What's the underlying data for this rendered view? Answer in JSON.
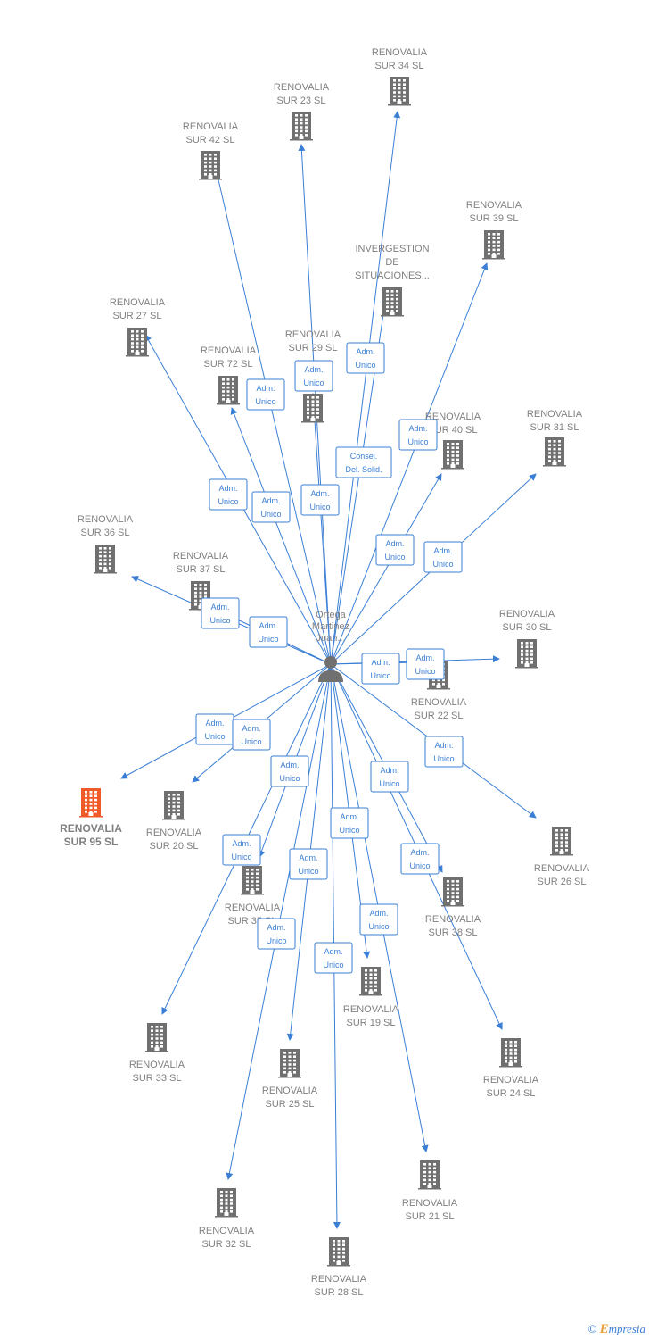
{
  "center": {
    "label_lines": [
      "Ortega",
      "Martinez",
      "Juan..."
    ],
    "icon": "person-icon"
  },
  "nodes": [
    {
      "id": "sur34",
      "lines": [
        "RENOVALIA",
        "SUR 34  SL"
      ]
    },
    {
      "id": "sur23",
      "lines": [
        "RENOVALIA",
        "SUR 23  SL"
      ]
    },
    {
      "id": "sur42",
      "lines": [
        "RENOVALIA",
        "SUR 42  SL"
      ]
    },
    {
      "id": "sur39",
      "lines": [
        "RENOVALIA",
        "SUR 39  SL"
      ]
    },
    {
      "id": "invergestion",
      "lines": [
        "INVERGESTION",
        "DE",
        "SITUACIONES..."
      ]
    },
    {
      "id": "sur27",
      "lines": [
        "RENOVALIA",
        "SUR 27  SL"
      ]
    },
    {
      "id": "sur29",
      "lines": [
        "RENOVALIA",
        "SUR 29  SL"
      ]
    },
    {
      "id": "sur72",
      "lines": [
        "RENOVALIA",
        "SUR 72  SL"
      ]
    },
    {
      "id": "sur40",
      "lines": [
        "RENOVALIA",
        "SUR 40  SL"
      ]
    },
    {
      "id": "sur31",
      "lines": [
        "RENOVALIA",
        "SUR 31  SL"
      ]
    },
    {
      "id": "sur36",
      "lines": [
        "RENOVALIA",
        "SUR 36  SL"
      ]
    },
    {
      "id": "sur37",
      "lines": [
        "RENOVALIA",
        "SUR 37  SL"
      ]
    },
    {
      "id": "sur30",
      "lines": [
        "RENOVALIA",
        "SUR 30  SL"
      ]
    },
    {
      "id": "sur22",
      "lines": [
        "RENOVALIA",
        "SUR 22  SL"
      ]
    },
    {
      "id": "sur95",
      "lines": [
        "RENOVALIA",
        "SUR 95  SL"
      ],
      "highlight": true
    },
    {
      "id": "sur20",
      "lines": [
        "RENOVALIA",
        "SUR 20  SL"
      ]
    },
    {
      "id": "sur26",
      "lines": [
        "RENOVALIA",
        "SUR 26  SL"
      ]
    },
    {
      "id": "sur35",
      "lines": [
        "RENOVALIA",
        "SUR 35  SL"
      ]
    },
    {
      "id": "sur38",
      "lines": [
        "RENOVALIA",
        "SUR 38  SL"
      ]
    },
    {
      "id": "sur19",
      "lines": [
        "RENOVALIA",
        "SUR 19  SL"
      ]
    },
    {
      "id": "sur33",
      "lines": [
        "RENOVALIA",
        "SUR 33  SL"
      ]
    },
    {
      "id": "sur24",
      "lines": [
        "RENOVALIA",
        "SUR 24  SL"
      ]
    },
    {
      "id": "sur25",
      "lines": [
        "RENOVALIA",
        "SUR 25  SL"
      ]
    },
    {
      "id": "sur21",
      "lines": [
        "RENOVALIA",
        "SUR 21  SL"
      ]
    },
    {
      "id": "sur32",
      "lines": [
        "RENOVALIA",
        "SUR 32  SL"
      ]
    },
    {
      "id": "sur28",
      "lines": [
        "RENOVALIA",
        "SUR 28  SL"
      ]
    }
  ],
  "edges": [
    {
      "to": "sur34",
      "label": [
        "Adm.",
        "Unico"
      ]
    },
    {
      "to": "sur23",
      "label": [
        "Adm.",
        "Unico"
      ]
    },
    {
      "to": "sur42",
      "label": [
        "Adm.",
        "Unico"
      ]
    },
    {
      "to": "sur39",
      "label": [
        "Adm.",
        "Unico"
      ]
    },
    {
      "to": "invergestion",
      "label": [
        "Consej.",
        "Del. Solid."
      ]
    },
    {
      "to": "sur27",
      "label": [
        "Adm.",
        "Unico"
      ]
    },
    {
      "to": "sur29",
      "label": [
        "Adm.",
        "Unico"
      ]
    },
    {
      "to": "sur72",
      "label": [
        "Adm.",
        "Unico"
      ]
    },
    {
      "to": "sur40",
      "label": [
        "Adm.",
        "Unico"
      ]
    },
    {
      "to": "sur31",
      "label": [
        "Adm.",
        "Unico"
      ]
    },
    {
      "to": "sur36",
      "label": [
        "Adm.",
        "Unico"
      ]
    },
    {
      "to": "sur37",
      "label": [
        "Adm.",
        "Unico"
      ]
    },
    {
      "to": "sur30",
      "label": [
        "Adm.",
        "Unico"
      ]
    },
    {
      "to": "sur22",
      "label": [
        "Adm.",
        "Unico"
      ]
    },
    {
      "to": "sur95",
      "label": [
        "Adm.",
        "Unico"
      ]
    },
    {
      "to": "sur20",
      "label": [
        "Adm.",
        "Unico"
      ]
    },
    {
      "to": "sur26",
      "label": [
        "Adm.",
        "Unico"
      ]
    },
    {
      "to": "sur35",
      "label": [
        "Adm.",
        "Unico"
      ]
    },
    {
      "to": "sur38",
      "label": [
        "Adm.",
        "Unico"
      ]
    },
    {
      "to": "sur19",
      "label": [
        "Adm.",
        "Unico"
      ]
    },
    {
      "to": "sur33",
      "label": [
        "Adm.",
        "Unico"
      ]
    },
    {
      "to": "sur24",
      "label": [
        "Adm.",
        "Unico"
      ]
    },
    {
      "to": "sur25",
      "label": [
        "Adm.",
        "Unico"
      ]
    },
    {
      "to": "sur21",
      "label": [
        "Adm.",
        "Unico"
      ]
    },
    {
      "to": "sur32",
      "label": [
        "Adm.",
        "Unico"
      ]
    },
    {
      "to": "sur28",
      "label": [
        "Adm.",
        "Unico"
      ]
    }
  ],
  "colors": {
    "edge": "#3a7fd5",
    "building": "#707070",
    "highlight": "#f05a28",
    "label": "#808080"
  },
  "footer": {
    "copyright": "©",
    "brand_initial": "E",
    "brand_rest": "mpresia"
  }
}
